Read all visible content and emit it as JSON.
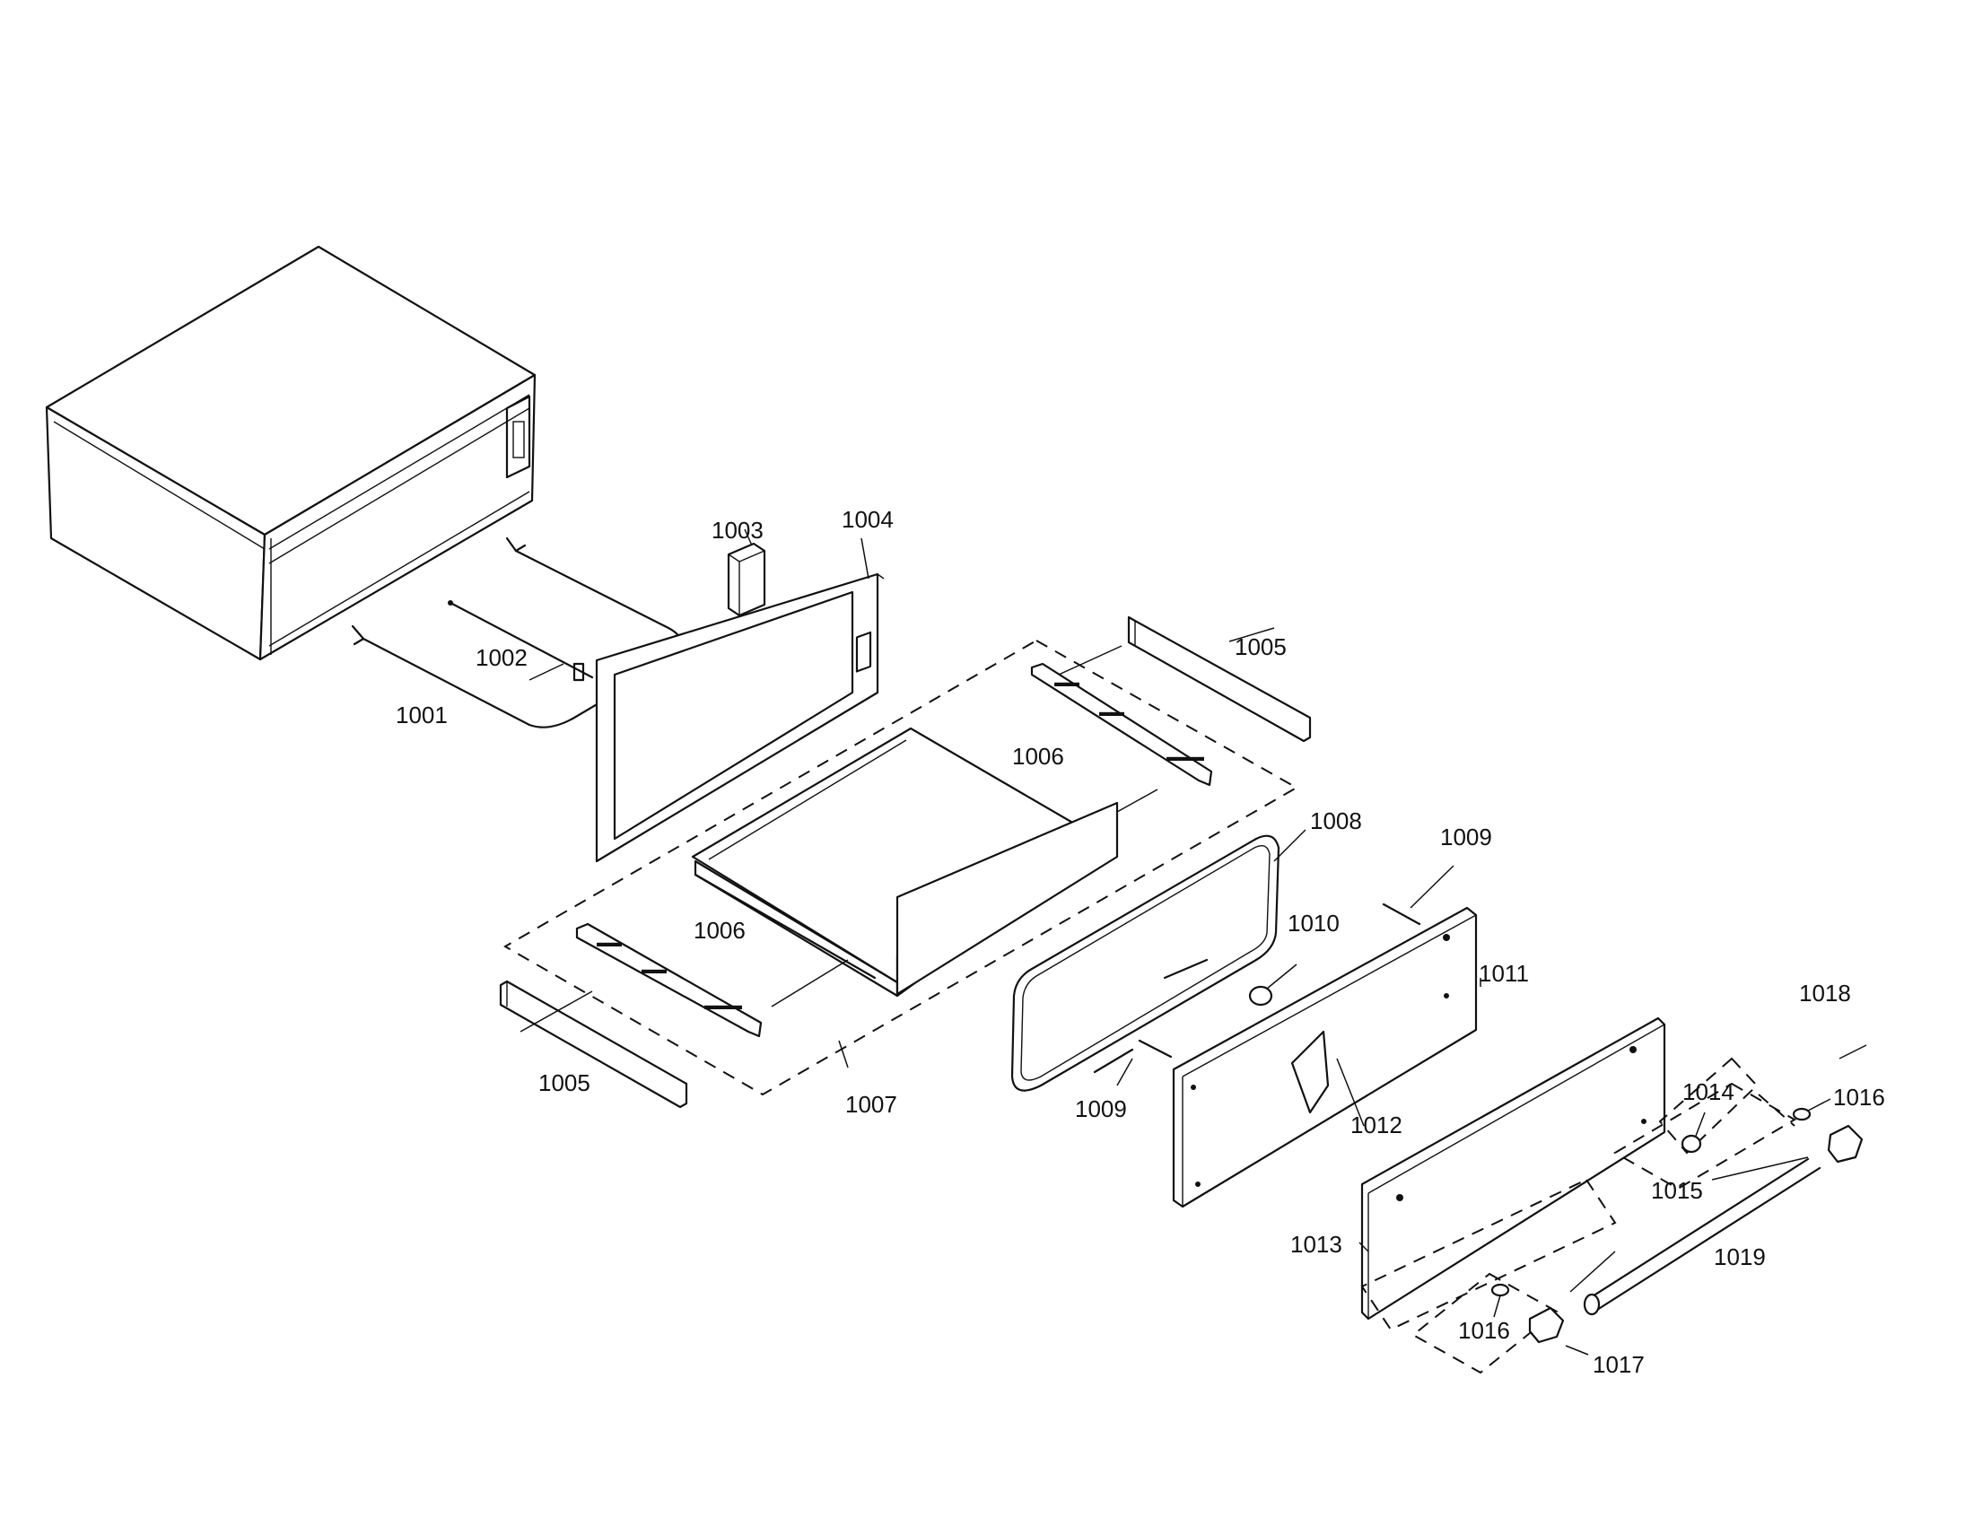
{
  "diagram": {
    "labels": {
      "p1001": "1001",
      "p1002": "1002",
      "p1003": "1003",
      "p1004": "1004",
      "p1005a": "1005",
      "p1005b": "1005",
      "p1006a": "1006",
      "p1006b": "1006",
      "p1007": "1007",
      "p1008": "1008",
      "p1009a": "1009",
      "p1009b": "1009",
      "p1010": "1010",
      "p1011": "1011",
      "p1012": "1012",
      "p1013": "1013",
      "p1014": "1014",
      "p1015": "1015",
      "p1016a": "1016",
      "p1016b": "1016",
      "p1017": "1017",
      "p1018": "1018",
      "p1019": "1019"
    }
  }
}
